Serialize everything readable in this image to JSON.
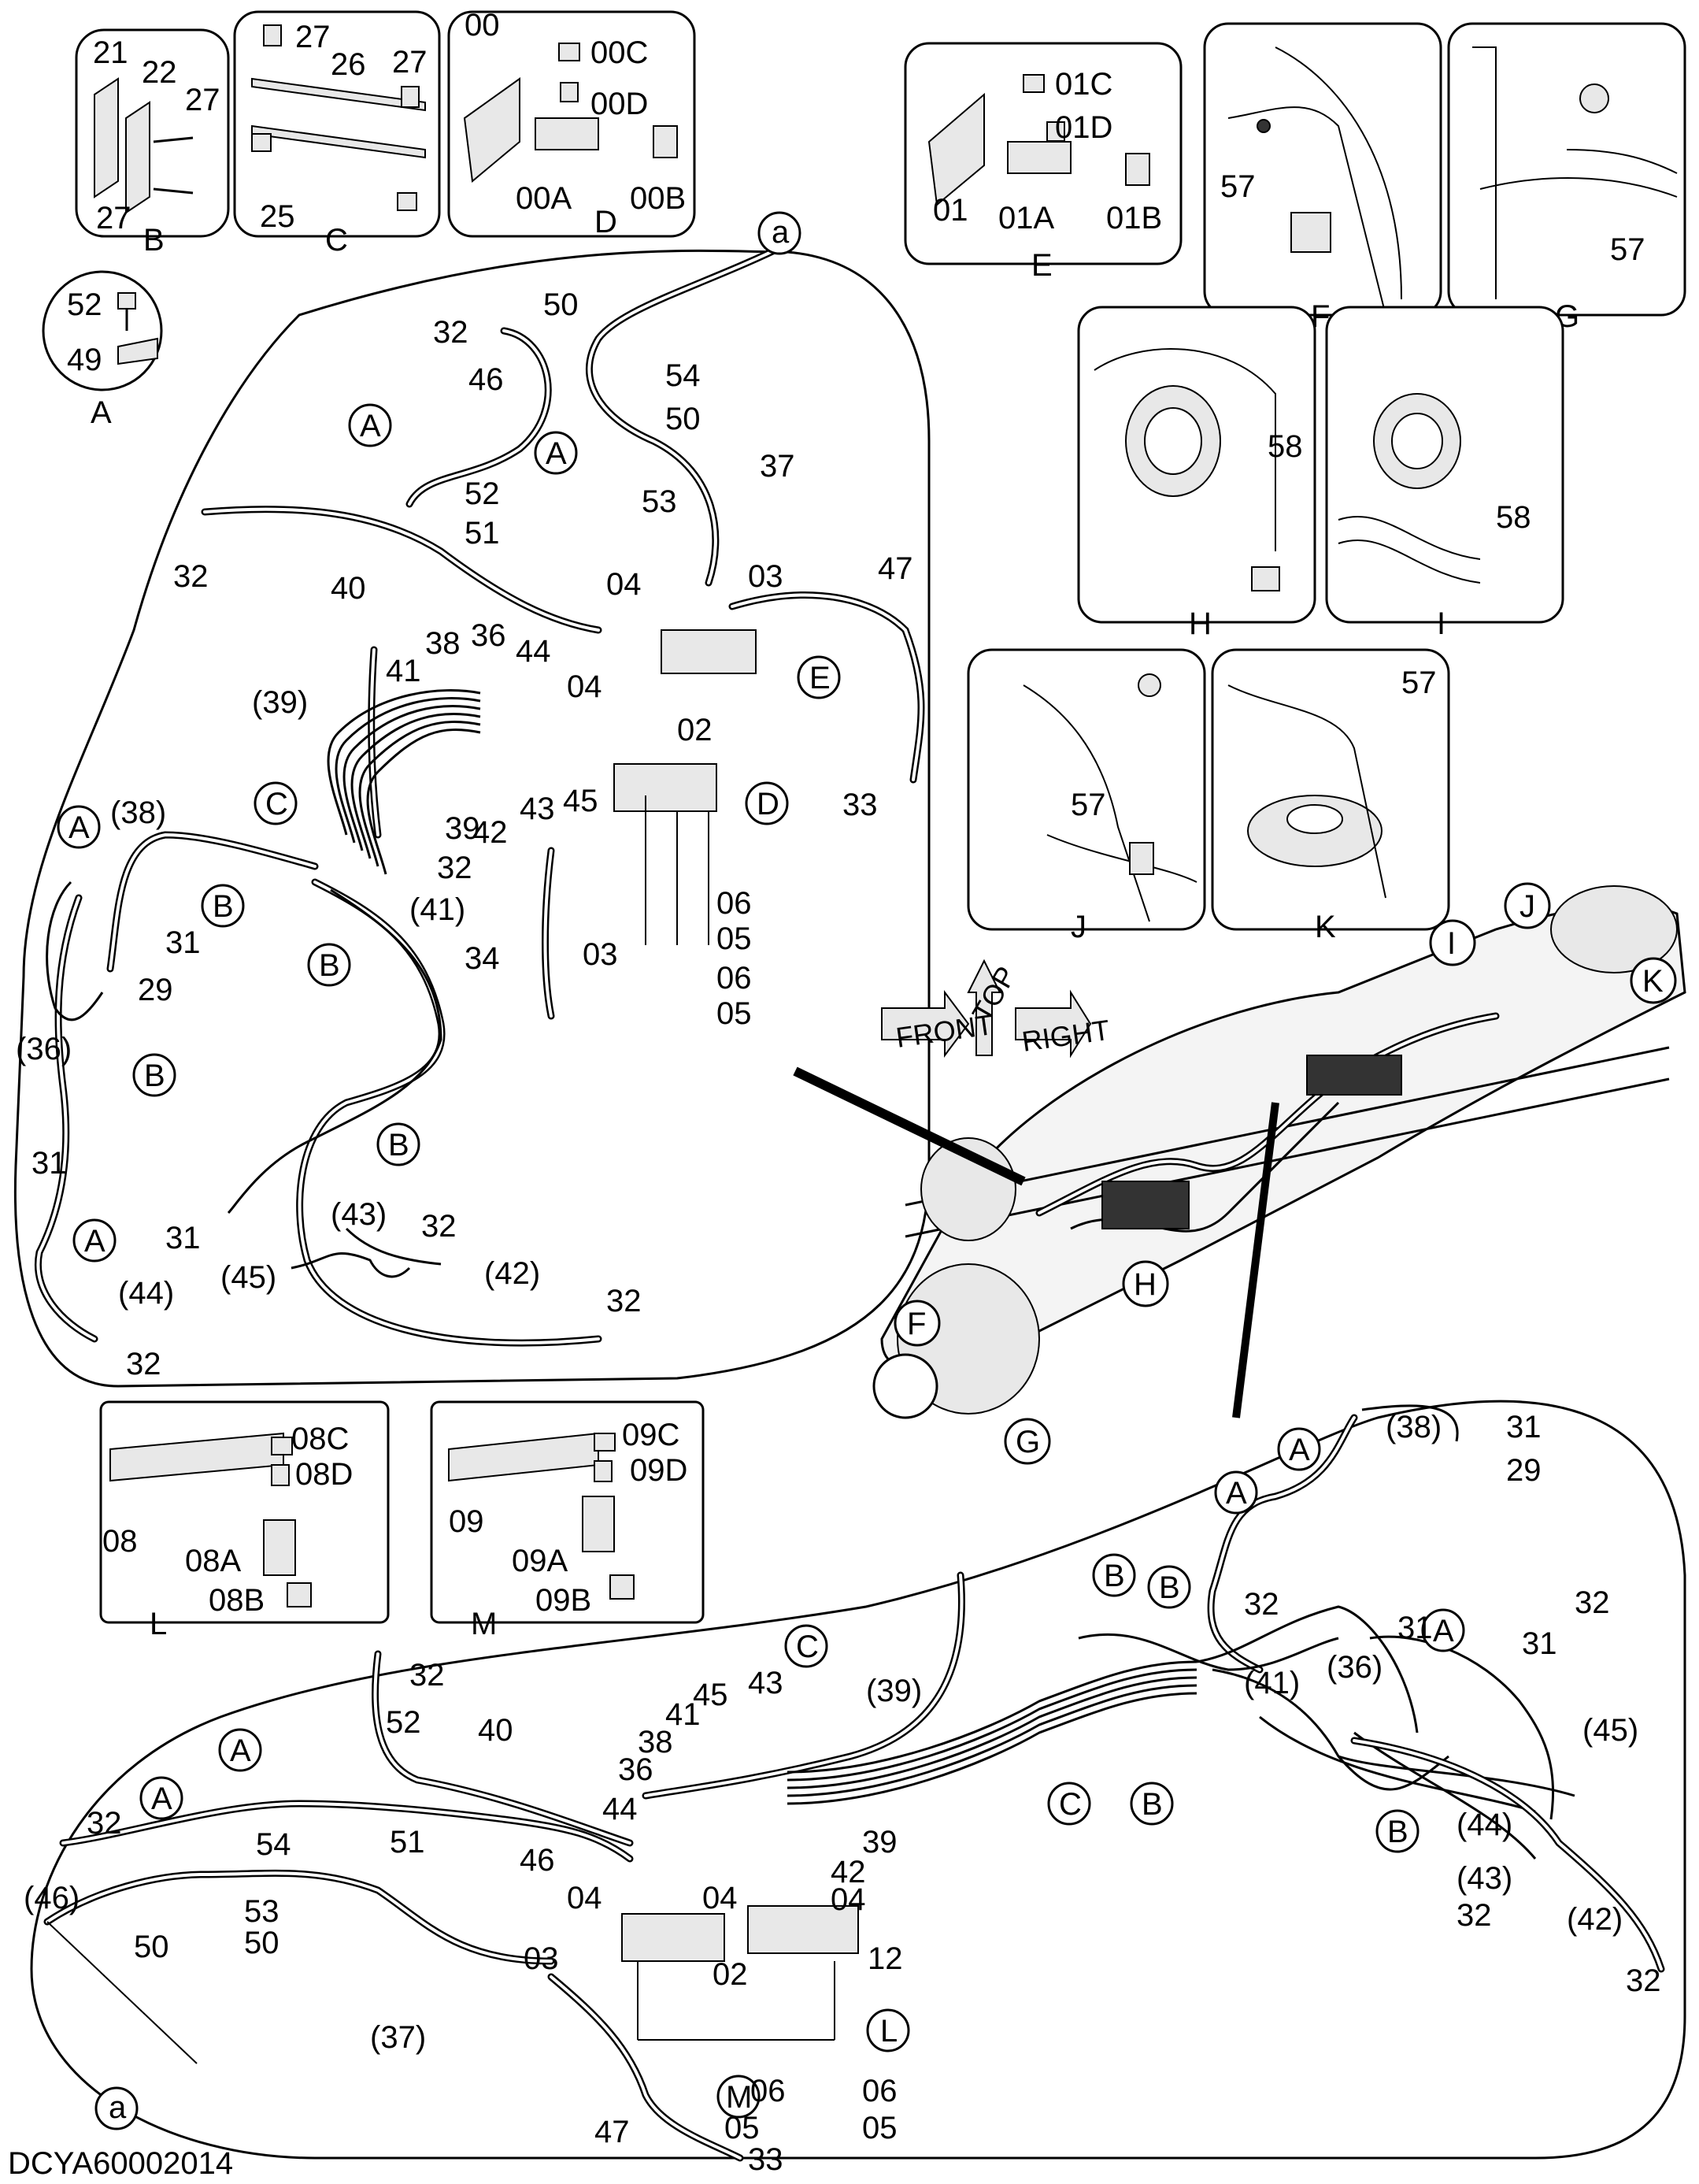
{
  "drawing_code": "DCYA60002014",
  "inset_labels": {
    "A": "A",
    "B": "B",
    "C": "C",
    "D": "D",
    "E": "E",
    "F": "F",
    "G": "G",
    "H": "H",
    "I": "I",
    "J": "J",
    "K": "K",
    "L": "L",
    "M": "M"
  },
  "reference_letter": "a",
  "inset_A": [
    "52",
    "49"
  ],
  "inset_B": [
    "21",
    "22",
    "27",
    "27"
  ],
  "inset_C": [
    "27",
    "26",
    "27",
    "25"
  ],
  "inset_D": [
    "00",
    "00C",
    "00D",
    "00A",
    "00B"
  ],
  "inset_E": [
    "01C",
    "01D",
    "01",
    "01A",
    "01B"
  ],
  "inset_F": [
    "57"
  ],
  "inset_G": [
    "57"
  ],
  "inset_H": [
    "58"
  ],
  "inset_I": [
    "58"
  ],
  "inset_J": [
    "57"
  ],
  "inset_K": [
    "57"
  ],
  "inset_L": [
    "08C",
    "08D",
    "08",
    "08A",
    "08B"
  ],
  "inset_M": [
    "09C",
    "09D",
    "09",
    "09A",
    "09B"
  ],
  "direction_labels": {
    "front": "FRONT",
    "top": "TOP",
    "right": "RIGHT"
  },
  "upper_parts": [
    "32",
    "46",
    "50",
    "54",
    "50",
    "53",
    "37",
    "52",
    "51",
    "32",
    "40",
    "04",
    "03",
    "47",
    "38",
    "36",
    "44",
    "04",
    "02",
    "(39)",
    "41",
    "45",
    "39",
    "42",
    "43",
    "(38)",
    "32",
    "(41)",
    "31",
    "29",
    "34",
    "03",
    "06",
    "05",
    "06",
    "05",
    "(36)",
    "31",
    "31",
    "(45)",
    "(43)",
    "32",
    "(42)",
    "32",
    "(44)",
    "32",
    "33"
  ],
  "lower_parts": [
    "(38)",
    "31",
    "29",
    "32",
    "31",
    "(36)",
    "(41)",
    "31",
    "(45)",
    "(39)",
    "45",
    "43",
    "41",
    "38",
    "36",
    "44",
    "32",
    "40",
    "52",
    "51",
    "32",
    "54",
    "(46)",
    "50",
    "53",
    "50",
    "46",
    "39",
    "42",
    "04",
    "04",
    "04",
    "03",
    "02",
    "12",
    "(37)",
    "47",
    "06",
    "05",
    "06",
    "05",
    "33",
    "32",
    "(44)",
    "(43)",
    "32",
    "(42)",
    "32"
  ]
}
